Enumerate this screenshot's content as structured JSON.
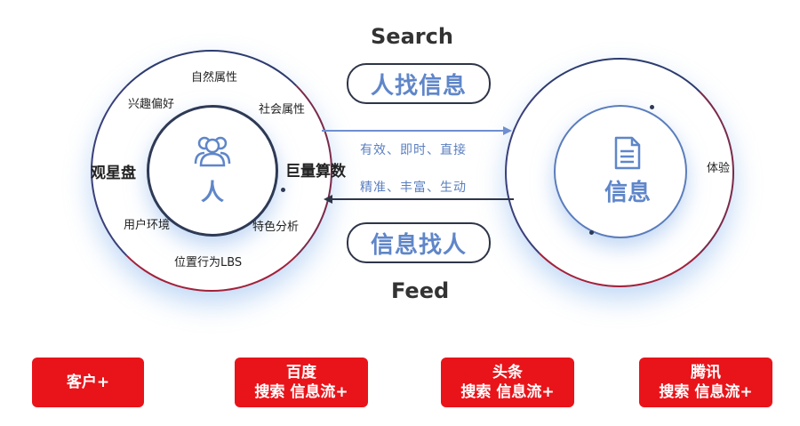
{
  "search_label": "Search",
  "feed_label": "Feed",
  "pill_top": "人找信息",
  "pill_bottom": "信息找人",
  "arrow_text_top": "有效、即时、直接",
  "arrow_text_bottom": "精准、丰富、生动",
  "left_circle": {
    "center_label": "人",
    "labels": {
      "natural": "自然属性",
      "interest": "兴趣偏好",
      "social": "社会属性",
      "guanxingpan": "观星盘",
      "juliang": "巨量算数",
      "user_env": "用户环境",
      "feature": "特色分析",
      "location": "位置行为LBS"
    }
  },
  "right_circle": {
    "center_label": "信息",
    "side_label": "体验"
  },
  "buttons": [
    {
      "line1": "客户+",
      "line2": ""
    },
    {
      "line1": "百度",
      "line2": "搜索 信息流+"
    },
    {
      "line1": "头条",
      "line2": "搜索 信息流+"
    },
    {
      "line1": "腾讯",
      "line2": "搜索 信息流+"
    }
  ],
  "colors": {
    "accent_blue": "#5f86c9",
    "button_red": "#e8141a"
  }
}
